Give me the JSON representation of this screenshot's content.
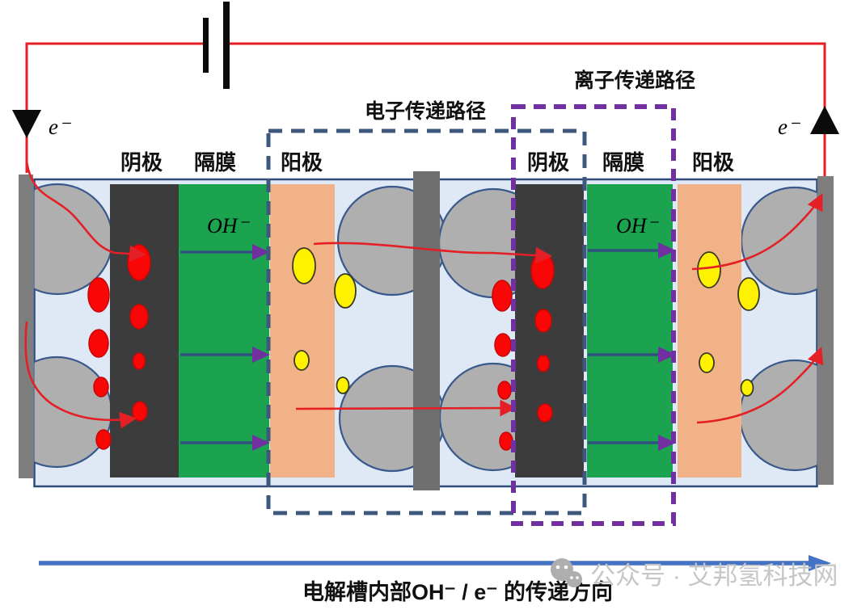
{
  "colors": {
    "black": "#0b0b0b",
    "wire_red": "#e41f26",
    "path_red": "#e41f26",
    "bubble_red": "#f90606",
    "bubble_red_stroke": "#c40808",
    "bubble_yellow": "#fef200",
    "bubble_yellow_stroke": "#3a3a22",
    "membrane_green": "#1ca350",
    "anode_orange": "#f2b287",
    "cathode_dark": "#3c3c3c",
    "plate_gray": "#7e7e7e",
    "separator_gray": "#6f6f6f",
    "cell_fill": "#dee9f5",
    "cell_border": "#2e4b7c",
    "circle_gray": "#afafaf",
    "circle_stroke": "#39598c",
    "electron_box_blue": "#3d587c",
    "ion_box_purple": "#7030a0",
    "ion_arrow_shaft": "#31517f",
    "ion_arrow_head": "#7030a0",
    "bottom_arrow_blue": "#4472c4",
    "watermark_gray": "#c6c6c6",
    "wechat_icon_gray": "#aeaeae"
  },
  "circuit": {
    "electron_label_left": "e⁻",
    "electron_label_right": "e⁻"
  },
  "stack": {
    "cells": [
      {
        "cathode_label": "阴极",
        "membrane_label": "隔膜",
        "anode_label": "阳极",
        "oh_label": "OH⁻"
      },
      {
        "cathode_label": "阴极",
        "membrane_label": "隔膜",
        "anode_label": "阳极",
        "oh_label": "OH⁻"
      }
    ]
  },
  "annotations": {
    "electron_path_label": "电子传递路径",
    "ion_path_label": "离子传递路径",
    "bottom_direction_label": "电解槽内部OH⁻ / e⁻ 的传递方向"
  },
  "watermark": {
    "icon": "wechat-icon",
    "text": "公众号 · 艾邦氢科技网"
  }
}
